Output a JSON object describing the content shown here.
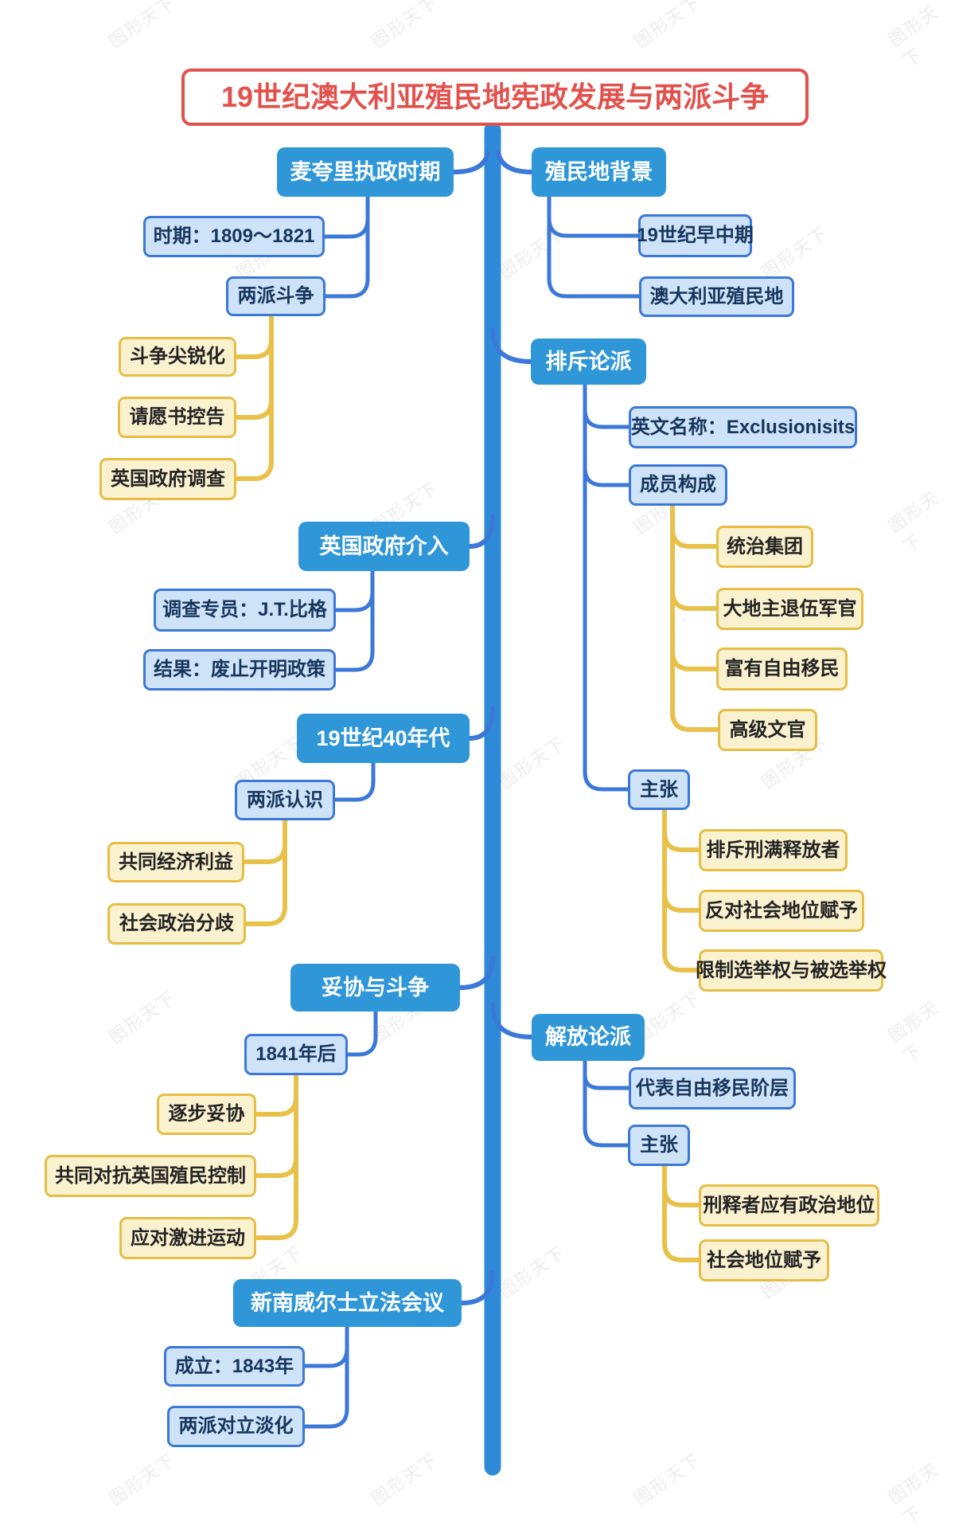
{
  "title": "19世纪澳大利亚殖民地宪政发展与两派斗争",
  "watermark": {
    "text": "图形天下"
  },
  "palette": {
    "root_red": "#E2514C",
    "main_blue": "#2F96D8",
    "spine_blue": "#2E8AD8",
    "connector_blue": "#3C78D8",
    "sub_fill": "#CEE2F8",
    "sub_border": "#3C78D8",
    "sub_text": "#17365D",
    "leaf_fill": "#FAF1CF",
    "leaf_border": "#E6BE45",
    "connector_yellow": "#E8C14A"
  },
  "branches": [
    {
      "label": "麦夸里执政时期",
      "children": [
        {
          "label": "时期：1809～1821"
        },
        {
          "label": "两派斗争",
          "children": [
            {
              "label": "斗争尖锐化"
            },
            {
              "label": "请愿书控告"
            },
            {
              "label": "英国政府调查"
            }
          ]
        }
      ]
    },
    {
      "label": "殖民地背景",
      "children": [
        {
          "label": "19世纪早中期"
        },
        {
          "label": "澳大利亚殖民地"
        }
      ]
    },
    {
      "label": "排斥论派",
      "children": [
        {
          "label": "英文名称：Exclusionisits"
        },
        {
          "label": "成员构成",
          "children": [
            {
              "label": "统治集团"
            },
            {
              "label": "大地主退伍军官"
            },
            {
              "label": "富有自由移民"
            },
            {
              "label": "高级文官"
            }
          ]
        },
        {
          "label": "主张",
          "children": [
            {
              "label": "排斥刑满释放者"
            },
            {
              "label": "反对社会地位赋予"
            },
            {
              "label": "限制选举权与被选举权"
            }
          ]
        }
      ]
    },
    {
      "label": "英国政府介入",
      "children": [
        {
          "label": "调查专员：J.T.比格"
        },
        {
          "label": "结果：废止开明政策"
        }
      ]
    },
    {
      "label": "19世纪40年代",
      "children": [
        {
          "label": "两派认识",
          "children": [
            {
              "label": "共同经济利益"
            },
            {
              "label": "社会政治分歧"
            }
          ]
        }
      ]
    },
    {
      "label": "妥协与斗争",
      "children": [
        {
          "label": "1841年后",
          "children": [
            {
              "label": "逐步妥协"
            },
            {
              "label": "共同对抗英国殖民控制"
            },
            {
              "label": "应对激进运动"
            }
          ]
        }
      ]
    },
    {
      "label": "解放论派",
      "children": [
        {
          "label": "代表自由移民阶层"
        },
        {
          "label": "主张",
          "children": [
            {
              "label": "刑释者应有政治地位"
            },
            {
              "label": "社会地位赋予"
            }
          ]
        }
      ]
    },
    {
      "label": "新南威尔士立法会议",
      "children": [
        {
          "label": "成立：1843年"
        },
        {
          "label": "两派对立淡化"
        }
      ]
    }
  ]
}
